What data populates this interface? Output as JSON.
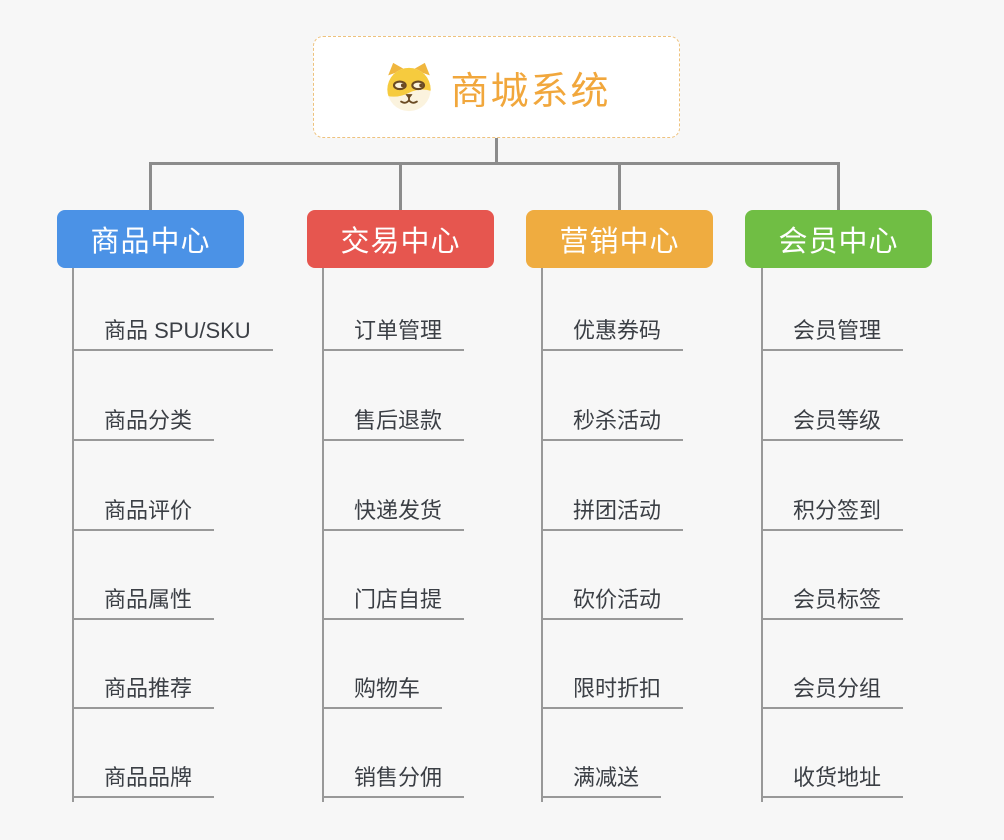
{
  "page": {
    "background": "#f7f7f7",
    "connector_color": "#8c8c8c",
    "underline_color": "#999999"
  },
  "root": {
    "title": "商城系统",
    "icon": "dog-face-icon",
    "text_color": "#f1a73c",
    "border_color": "#eec27d"
  },
  "branches": [
    {
      "label": "商品中心",
      "color": "#4b92e6",
      "items": [
        "商品 SPU/SKU",
        "商品分类",
        "商品评价",
        "商品属性",
        "商品推荐",
        "商品品牌"
      ]
    },
    {
      "label": "交易中心",
      "color": "#e6564f",
      "items": [
        "订单管理",
        "售后退款",
        "快递发货",
        "门店自提",
        "购物车",
        "销售分佣"
      ]
    },
    {
      "label": "营销中心",
      "color": "#efac40",
      "items": [
        "优惠券码",
        "秒杀活动",
        "拼团活动",
        "砍价活动",
        "限时折扣",
        "满减送"
      ]
    },
    {
      "label": "会员中心",
      "color": "#70be44",
      "items": [
        "会员管理",
        "会员等级",
        "积分签到",
        "会员标签",
        "会员分组",
        "收货地址"
      ]
    }
  ]
}
